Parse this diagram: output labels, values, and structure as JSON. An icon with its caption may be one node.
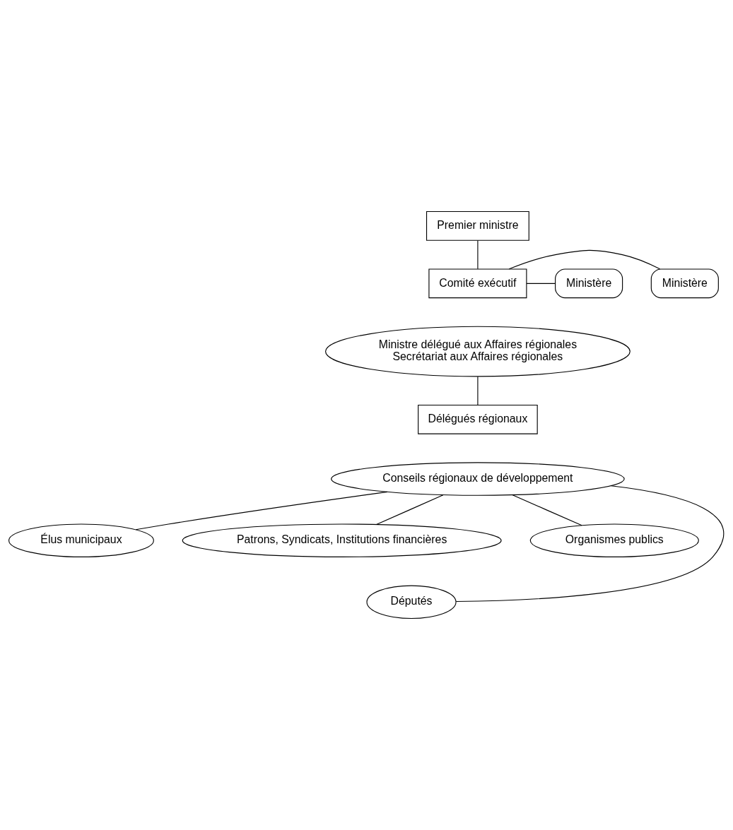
{
  "diagram": {
    "nodes": [
      {
        "text": [
          "Premier ministre"
        ]
      },
      {
        "text": [
          "Comité exécutif"
        ]
      },
      {
        "text": [
          "Ministre délégué aux Affaires régionales",
          "Secrétariat aux Affaires régionales"
        ]
      },
      {
        "text": [
          "Ministère"
        ]
      },
      {
        "text": [
          "Ministère"
        ]
      },
      {
        "text": [
          "Délégués régionaux"
        ]
      },
      {
        "text": [
          "Conseils régionaux de développement"
        ]
      },
      {
        "text": [
          "Élus municipaux"
        ]
      },
      {
        "text": [
          "Patrons, Syndicats, Institutions financières"
        ]
      },
      {
        "text": [
          "Organismes publics"
        ]
      },
      {
        "text": [
          "Députés"
        ]
      }
    ],
    "edges": [
      {
        "from": 0,
        "to": 1,
        "arrow": "none"
      },
      {
        "from": 1,
        "to": 3,
        "arrow": "none"
      },
      {
        "from": 1,
        "to": 4,
        "arrow": "none"
      },
      {
        "from": 2,
        "to": 5,
        "arrow": "none"
      },
      {
        "from": 6,
        "to": 7,
        "arrow": "none"
      },
      {
        "from": 6,
        "to": 10,
        "arrow": "none"
      },
      {
        "from": 6,
        "to": 8,
        "arrow": "none"
      },
      {
        "from": 6,
        "to": 9,
        "arrow": "none"
      }
    ]
  }
}
